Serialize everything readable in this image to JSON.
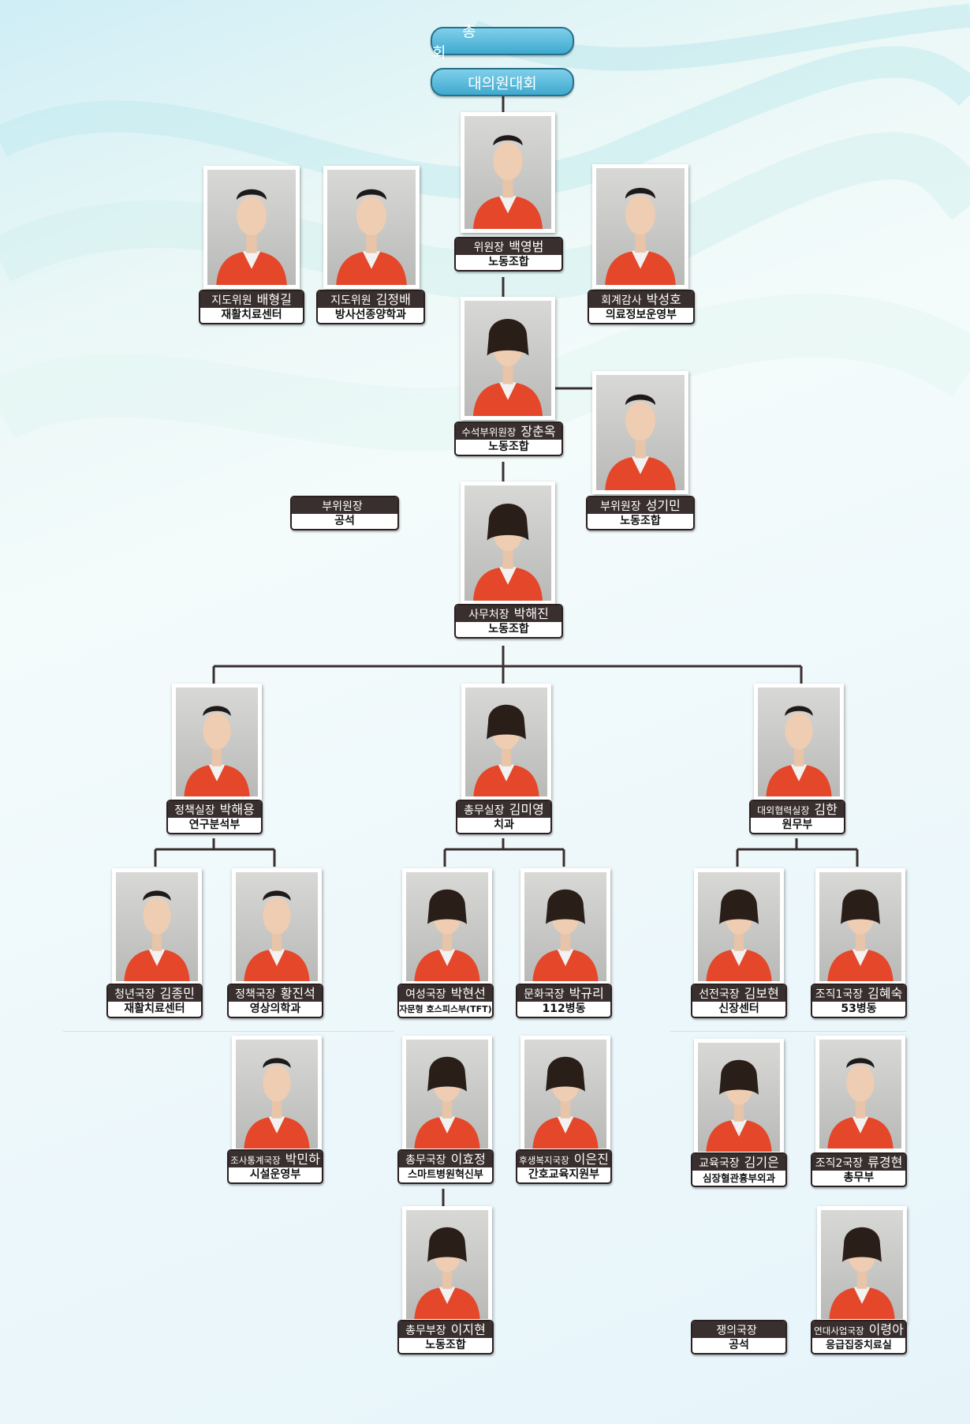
{
  "header": {
    "general_assembly": "총      회",
    "delegates_assembly": "대의원대회"
  },
  "people": [
    {
      "id": "chair",
      "role": "위원장",
      "name": "백영범",
      "dept": "노동조합"
    },
    {
      "id": "advisor1",
      "role": "지도위원",
      "name": "배형길",
      "dept": "재활치료센터"
    },
    {
      "id": "advisor2",
      "role": "지도위원",
      "name": "김정배",
      "dept": "방사선종양학과"
    },
    {
      "id": "auditor",
      "role": "회계감사",
      "name": "박성호",
      "dept": "의료정보운영부"
    },
    {
      "id": "senior_vice",
      "role": "수석부위원장",
      "name": "장춘옥",
      "dept": "노동조합"
    },
    {
      "id": "vice2",
      "role": "부위원장",
      "name": "성기민",
      "dept": "노동조합"
    },
    {
      "id": "vice1",
      "role": "부위원장",
      "name": "",
      "dept": "공석"
    },
    {
      "id": "secretary",
      "role": "사무처장",
      "name": "박해진",
      "dept": "노동조합"
    },
    {
      "id": "policy_head",
      "role": "정책실장",
      "name": "박해용",
      "dept": "연구분석부"
    },
    {
      "id": "general_head",
      "role": "총무실장",
      "name": "김미영",
      "dept": "치과"
    },
    {
      "id": "external_head",
      "role": "대외협력실장",
      "name": "김한",
      "dept": "원무부"
    },
    {
      "id": "youth",
      "role": "청년국장",
      "name": "김종민",
      "dept": "재활치료센터"
    },
    {
      "id": "policy_dir",
      "role": "정책국장",
      "name": "황진석",
      "dept": "영상의학과"
    },
    {
      "id": "women",
      "role": "여성국장",
      "name": "박현선",
      "dept": "자문형 호스피스부(TFT)"
    },
    {
      "id": "culture",
      "role": "문화국장",
      "name": "박규리",
      "dept": "112병동"
    },
    {
      "id": "propaganda",
      "role": "선전국장",
      "name": "김보현",
      "dept": "신장센터"
    },
    {
      "id": "org1",
      "role": "조직1국장",
      "name": "김혜숙",
      "dept": "53병동"
    },
    {
      "id": "survey",
      "role": "조사통계국장",
      "name": "박민하",
      "dept": "시설운영부"
    },
    {
      "id": "general_dir",
      "role": "총무국장",
      "name": "이효정",
      "dept": "스마트병원혁신부"
    },
    {
      "id": "welfare",
      "role": "후생복지국장",
      "name": "이은진",
      "dept": "간호교육지원부"
    },
    {
      "id": "education",
      "role": "교육국장",
      "name": "김기은",
      "dept": "심장혈관흉부외과"
    },
    {
      "id": "org2",
      "role": "조직2국장",
      "name": "류경현",
      "dept": "총무부"
    },
    {
      "id": "general_sub",
      "role": "총무부장",
      "name": "이지현",
      "dept": "노동조합"
    },
    {
      "id": "dispute",
      "role": "쟁의국장",
      "name": "",
      "dept": "공석"
    },
    {
      "id": "solidarity",
      "role": "연대사업국장",
      "name": "이령아",
      "dept": "응급집중치료실"
    }
  ],
  "colors": {
    "vest": "#e4472a",
    "card_head": "#3a2f2f",
    "pill": "#3fa9cf",
    "line": "#3a2f2f"
  }
}
